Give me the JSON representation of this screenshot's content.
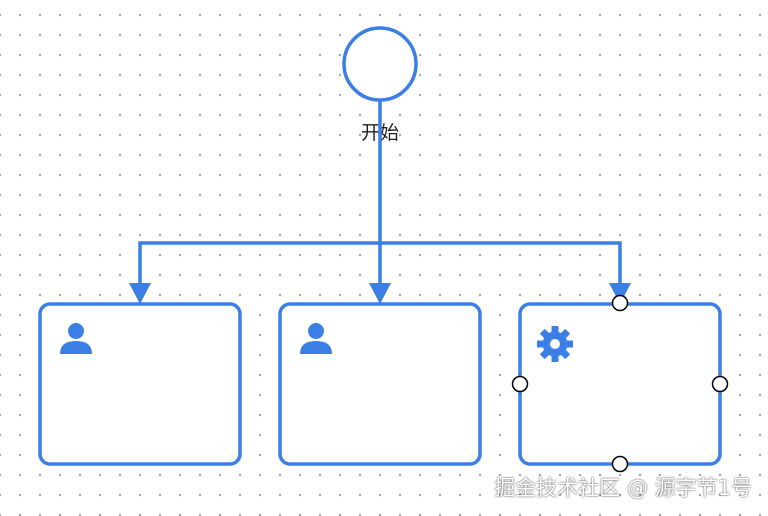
{
  "diagram": {
    "start_event": {
      "label": "开始"
    },
    "tasks": [
      {
        "type": "user",
        "icon": "user-icon"
      },
      {
        "type": "user",
        "icon": "user-icon"
      },
      {
        "type": "service",
        "icon": "gear-icon",
        "selected": true
      }
    ]
  },
  "watermark": "掘金技术社区 @ 源字节1号",
  "colors": {
    "accent": "#3a7ee6",
    "handle_fill": "#ffffff",
    "handle_stroke": "#000000",
    "text": "#1f1f1f"
  }
}
